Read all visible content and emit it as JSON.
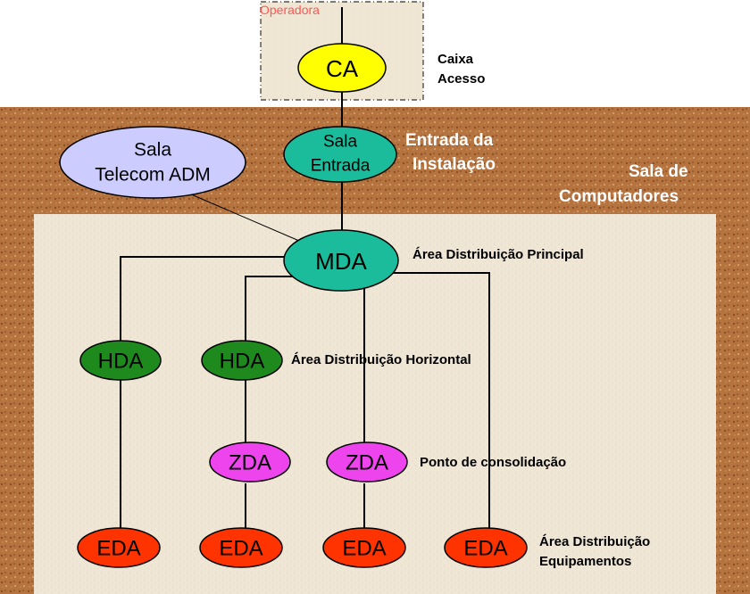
{
  "operator_area": {
    "label": "Operadora"
  },
  "zones": {
    "entrance": {
      "line1": "Entrada da",
      "line2": "Instalação"
    },
    "computer_room": {
      "line1": "Sala de",
      "line2": "Computadores"
    }
  },
  "nodes": {
    "ca": {
      "label": "CA",
      "color": "#ffff00"
    },
    "telecom": {
      "line1": "Sala",
      "line2": "Telecom ADM",
      "color": "#ccccff"
    },
    "entrance_room": {
      "line1": "Sala",
      "line2": "Entrada",
      "color": "#1abc9c"
    },
    "mda": {
      "label": "MDA",
      "color": "#1abc9c"
    },
    "hda_1": {
      "label": "HDA",
      "color": "#1e8a1e"
    },
    "hda_2": {
      "label": "HDA",
      "color": "#1e8a1e"
    },
    "zda_1": {
      "label": "ZDA",
      "color": "#ee44ee"
    },
    "zda_2": {
      "label": "ZDA",
      "color": "#ee44ee"
    },
    "eda_1": {
      "label": "EDA",
      "color": "#ff3300"
    },
    "eda_2": {
      "label": "EDA",
      "color": "#ff3300"
    },
    "eda_3": {
      "label": "EDA",
      "color": "#ff3300"
    },
    "eda_4": {
      "label": "EDA",
      "color": "#ff3300"
    }
  },
  "labels": {
    "access_box": {
      "line1": "Caixa",
      "line2": "Acesso"
    },
    "main_distribution": "Área Distribuição Principal",
    "horizontal_distribution": "Área Distribuição Horizontal",
    "consolidation_point": "Ponto de consolidação",
    "equipment_distribution": {
      "line1": "Área Distribuição",
      "line2": "Equipamentos"
    }
  },
  "colors": {
    "operator_text": "#ff5555",
    "cork": "#b5733f",
    "inner_room": "#efe6d6"
  }
}
